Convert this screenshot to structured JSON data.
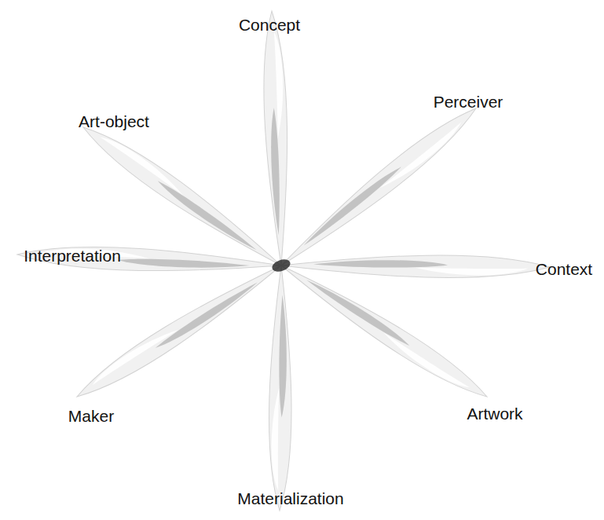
{
  "diagram": {
    "labels": [
      "Concept",
      "Perceiver",
      "Context",
      "Artwork",
      "Materialization",
      "Maker",
      "Interpretation",
      "Art-object"
    ]
  }
}
